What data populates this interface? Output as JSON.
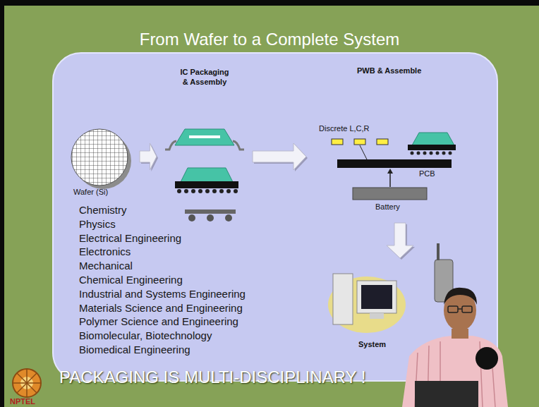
{
  "diagram": {
    "title": "From Wafer to a Complete System",
    "caption": "PACKAGING IS MULTI-DISCIPLINARY !",
    "nodes": [
      {
        "text": [
          "Wafer (Si)"
        ]
      },
      {
        "text": [
          "IC Packaging & Assembly"
        ]
      },
      {
        "text": [
          "PWB & Assemble"
        ]
      },
      {
        "text": [
          "System"
        ]
      }
    ],
    "edges": [
      {
        "from": 0,
        "to": 1,
        "arrow": "to"
      },
      {
        "from": 1,
        "to": 2,
        "arrow": "to"
      },
      {
        "from": 2,
        "to": 3,
        "arrow": "to"
      }
    ],
    "labels": [
      "Discrete L,C,R",
      "PCB",
      "Battery",
      "Chemistry",
      "Physics",
      "Electrical Engineering",
      "Electronics",
      "Mechanical",
      "Chemical Engineering",
      "Industrial and Systems Engineering",
      "Materials Science and Engineering",
      "Polymer Science and Engineering",
      "Biomolecular, Biotechnology",
      "Biomedical Engineering",
      "NPTEL"
    ]
  }
}
